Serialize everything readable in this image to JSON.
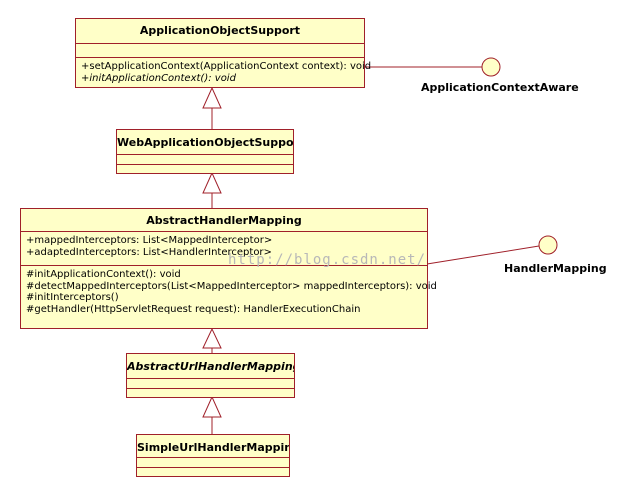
{
  "classes": {
    "application_object_support": {
      "name": "ApplicationObjectSupport",
      "operations": [
        "+setApplicationContext(ApplicationContext context): void",
        "+initApplicationContext(): void"
      ]
    },
    "web_application_object_support": {
      "name": "WebApplicationObjectSupport"
    },
    "abstract_handler_mapping": {
      "name": "AbstractHandlerMapping",
      "attributes": [
        "+mappedInterceptors: List<MappedInterceptor>",
        "+adaptedInterceptors: List<HandlerInterceptor>"
      ],
      "operations": [
        "#initApplicationContext(): void",
        "#detectMappedInterceptors(List<MappedInterceptor> mappedInterceptors): void",
        "#initInterceptors()",
        "#getHandler(HttpServletRequest request): HandlerExecutionChain"
      ]
    },
    "abstract_url_handler_mapping": {
      "name": "AbstractUrlHandlerMapping"
    },
    "simple_url_handler_mapping": {
      "name": "SimpleUrlHandlerMapping"
    }
  },
  "interfaces": {
    "application_context_aware": "ApplicationContextAware",
    "handler_mapping": "HandlerMapping"
  },
  "watermark": "http://blog.csdn.net/",
  "colors": {
    "class_fill": "#ffffc8",
    "line": "#a0202a",
    "interface_fill": "#ffffc8"
  }
}
